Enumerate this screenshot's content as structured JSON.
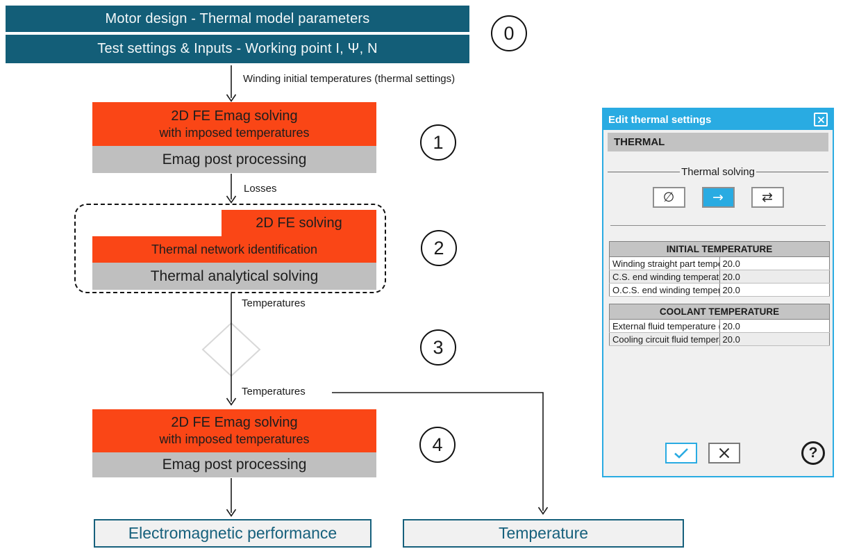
{
  "diagram": {
    "banners": [
      {
        "label": "Motor design - Thermal model parameters"
      },
      {
        "label": "Test settings & Inputs - Working point I, Ψ, N"
      }
    ],
    "steps": [
      "0",
      "1",
      "2",
      "3",
      "4"
    ],
    "labels": {
      "winding": "Winding initial temperatures (thermal settings)",
      "losses": "Losses",
      "temperatures_mid": "Temperatures",
      "temperatures_out": "Temperatures"
    },
    "stage1": {
      "line1": "2D FE Emag solving",
      "line2": "with imposed temperatures",
      "post": "Emag post processing"
    },
    "stage2": {
      "fe": "2D FE solving",
      "network": "Thermal network identification",
      "analytical": "Thermal analytical solving"
    },
    "stage4": {
      "line1": "2D FE Emag solving",
      "line2": "with imposed temperatures",
      "post": "Emag post processing"
    },
    "outputs": {
      "emag": "Electromagnetic performance",
      "temperature": "Temperature"
    }
  },
  "dialog": {
    "title": "Edit thermal settings",
    "section_header": "THERMAL",
    "group_label": "Thermal solving",
    "solver_buttons": [
      {
        "name": "none",
        "glyph": "∅",
        "selected": false
      },
      {
        "name": "one-directional",
        "glyph": "→",
        "selected": true
      },
      {
        "name": "bi-directional",
        "glyph": "⇄",
        "selected": false
      }
    ],
    "tables": [
      {
        "header": "INITIAL TEMPERATURE",
        "rows": [
          [
            "Winding straight part temperature (°C)",
            "20.0"
          ],
          [
            "C.S. end winding temperature (°C)",
            "20.0"
          ],
          [
            "O.C.S. end winding temperature (°C)",
            "20.0"
          ]
        ]
      },
      {
        "header": "COOLANT TEMPERATURE",
        "rows": [
          [
            "External fluid temperature (°C)",
            "20.0"
          ],
          [
            "Cooling circuit fluid temperature (°C)",
            "20.0"
          ]
        ]
      }
    ],
    "help_glyph": "?"
  },
  "colors": {
    "teal_banner": "#135E78",
    "orange_stage": "#FA4616",
    "gray_stage": "#BFBFBF",
    "dialog_accent": "#29ABE2",
    "dialog_body": "#F0F0F0",
    "output_border_text": "#16607C"
  }
}
